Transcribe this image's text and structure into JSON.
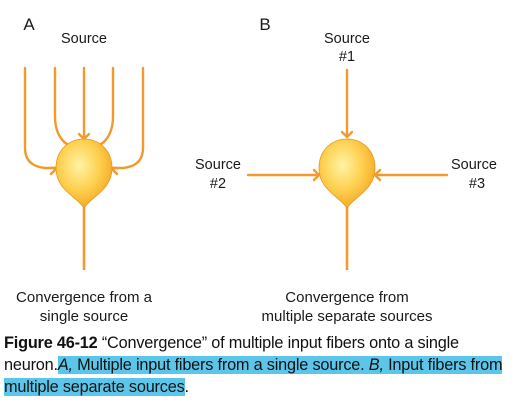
{
  "colors": {
    "fiber": "#f39a2e",
    "neuron_light": "#fff3a6",
    "neuron_mid": "#fdd04f",
    "neuron_dark": "#f4a623",
    "highlight": "#5bc6ea"
  },
  "panel_a": {
    "letter": "A",
    "source_label": "Source",
    "caption_line1": "Convergence from a",
    "caption_line2": "single source"
  },
  "panel_b": {
    "letter": "B",
    "source1_line1": "Source",
    "source1_line2": "#1",
    "source2_line1": "Source",
    "source2_line2": "#2",
    "source3_line1": "Source",
    "source3_line2": "#3",
    "caption_line1": "Convergence from",
    "caption_line2": "multiple separate sources"
  },
  "figure_caption": {
    "fig_label": "Figure 46-12",
    "text_plain": " “Convergence” of multiple input fibers onto a single neuron.",
    "a_label": "A,",
    "a_text": " Multiple input fibers from a single source.",
    "b_label": "B,",
    "b_text": " Input fibers from multiple separate sources"
  }
}
